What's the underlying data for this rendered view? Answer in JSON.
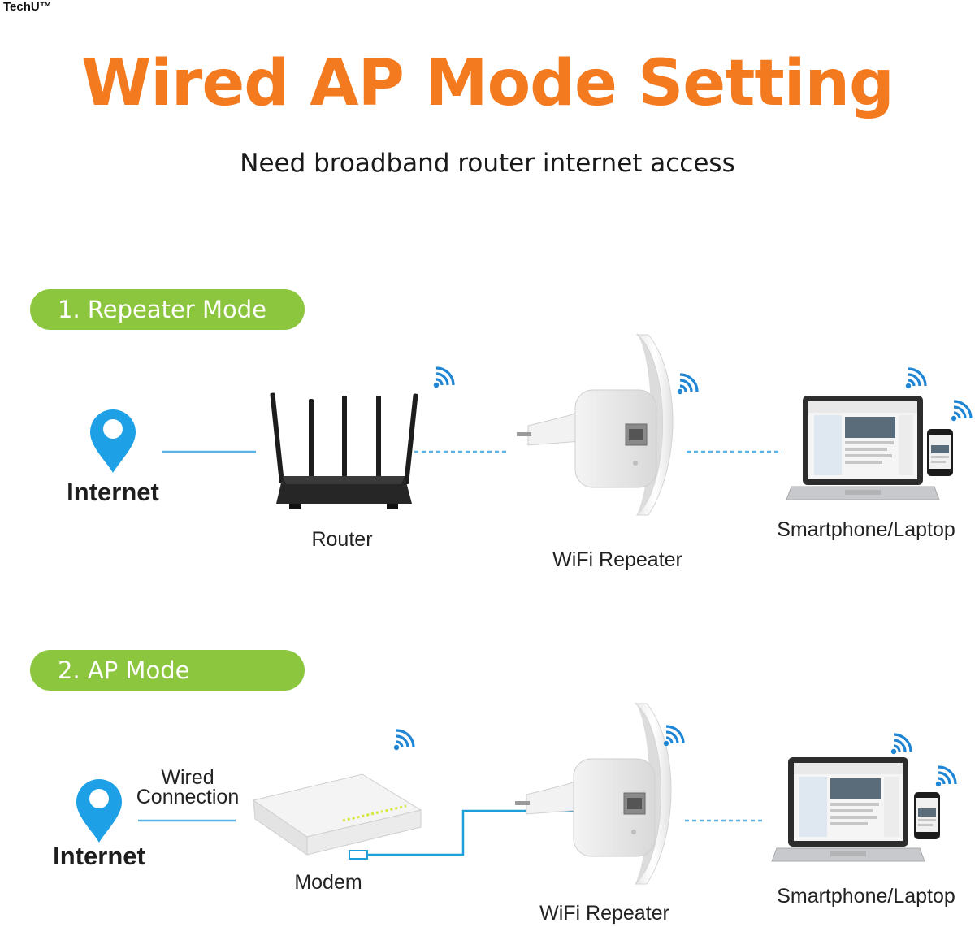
{
  "brand": "TechU™",
  "title": "Wired AP Mode Setting",
  "subtitle": "Need broadband router internet access",
  "colors": {
    "title": "#f47a1f",
    "pill": "#8cc63e",
    "line": "#5bb4e5",
    "pin": "#1ea0e6"
  },
  "sections": [
    {
      "heading": "1. Repeater Mode",
      "nodes": {
        "internet": "Internet",
        "router": "Router",
        "repeater": "WiFi Repeater",
        "client": "Smartphone/Laptop"
      }
    },
    {
      "heading": "2. AP Mode",
      "nodes": {
        "internet": "Internet",
        "wired": "Wired\nConnection",
        "modem": "Modem",
        "repeater": "WiFi Repeater",
        "client": "Smartphone/Laptop"
      }
    }
  ],
  "icons": [
    "map-pin-icon",
    "wifi-signal-icon",
    "router-icon",
    "repeater-icon",
    "laptop-icon",
    "smartphone-icon",
    "modem-icon"
  ]
}
